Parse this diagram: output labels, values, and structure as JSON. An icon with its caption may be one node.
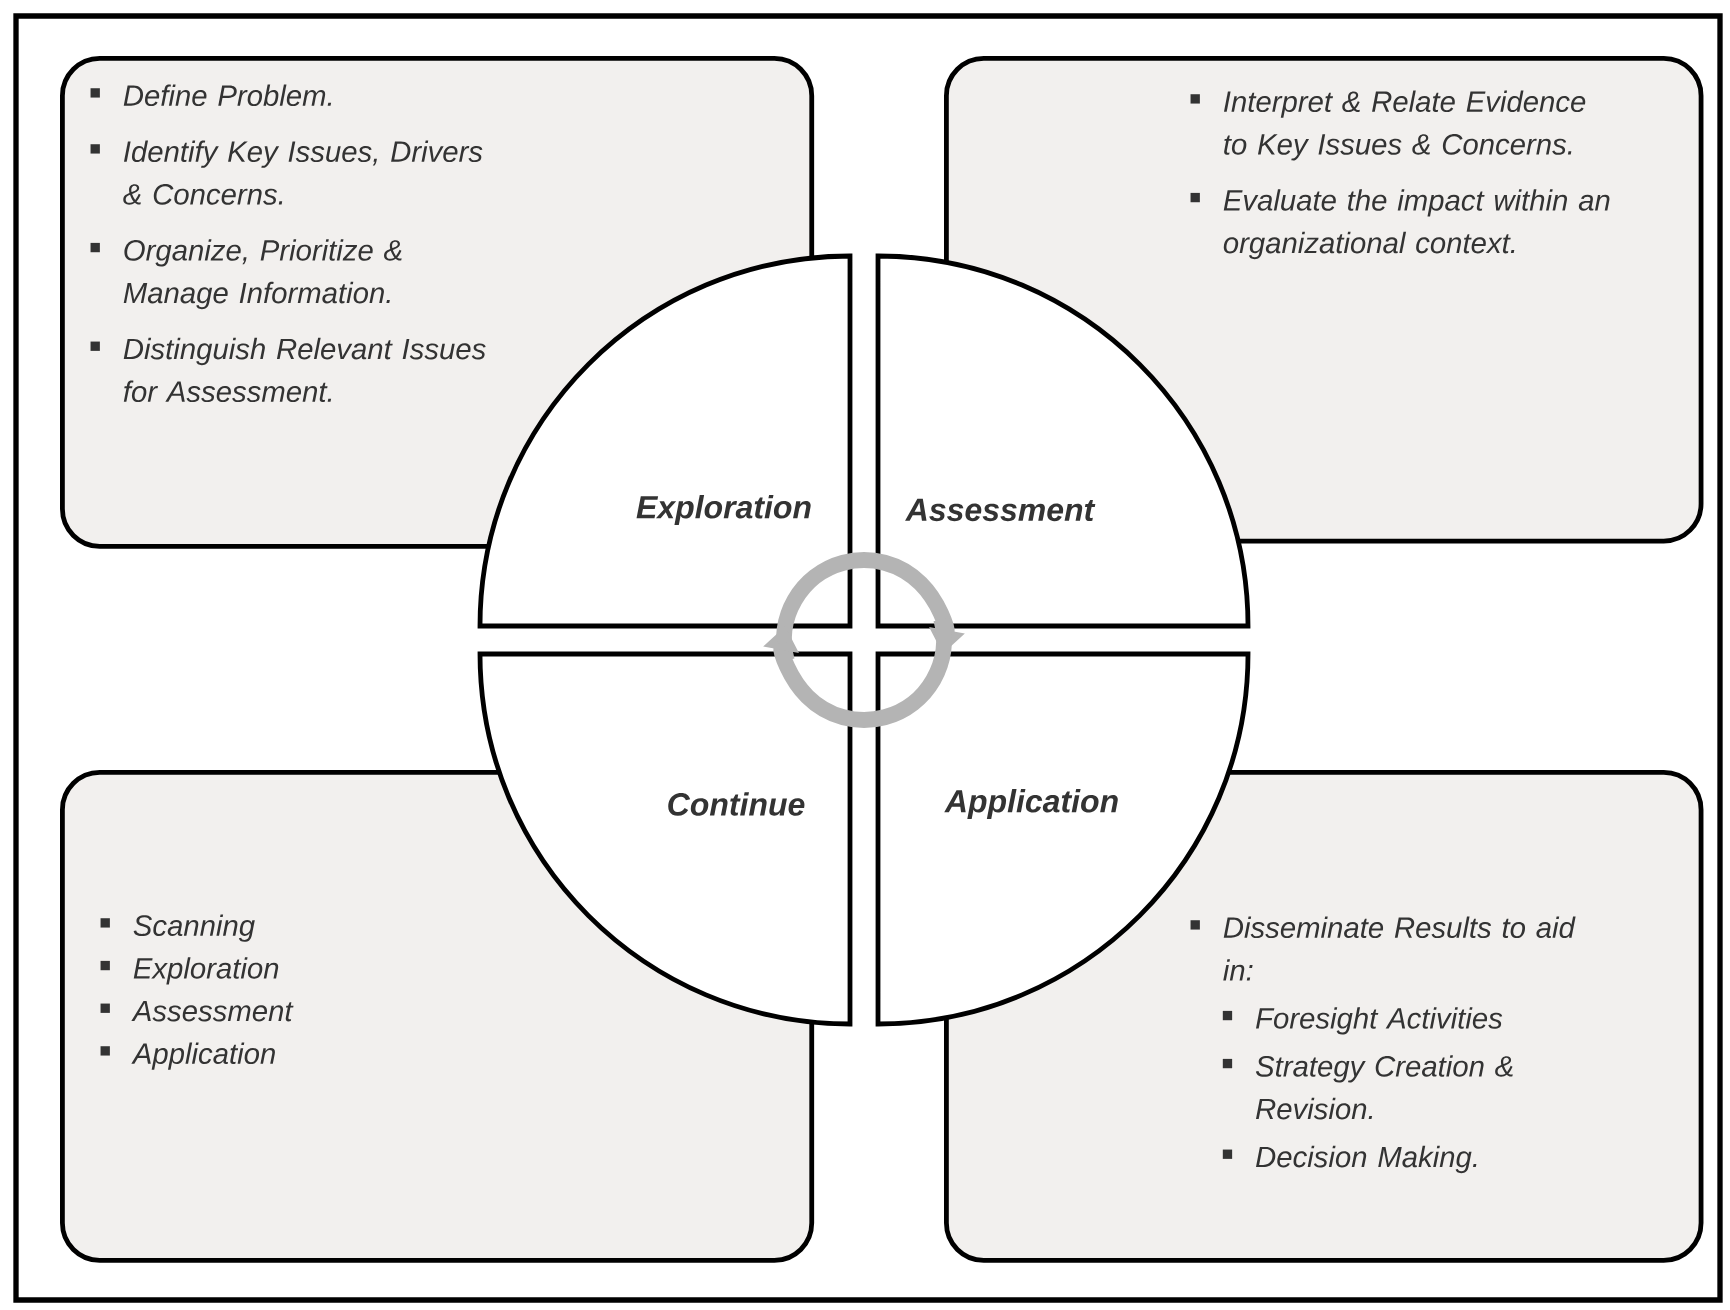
{
  "diagram": {
    "nodes": [
      {
        "text": [
          "Define Problem.",
          "Identify Key Issues, Drivers & Concerns.",
          "Organize, Prioritize & Manage Information.",
          "Distinguish  Relevant Issues for Assessment."
        ]
      },
      {
        "text": [
          "Interpret & Relate Evidence to Key Issues & Concerns.",
          "Evaluate the impact within an organizational context."
        ]
      },
      {
        "text": [
          "Exploration"
        ]
      },
      {
        "text": [
          "Assessment"
        ]
      },
      {
        "text": [
          "Continue"
        ]
      },
      {
        "text": [
          "Application"
        ]
      },
      {
        "text": [
          "Scanning",
          "Exploration",
          "Assessment",
          "Application"
        ]
      },
      {
        "text": [
          "Disseminate Results to aid in:",
          "Foresight Activities",
          "Strategy Creation & Revision.",
          "Decision Making."
        ]
      }
    ]
  }
}
